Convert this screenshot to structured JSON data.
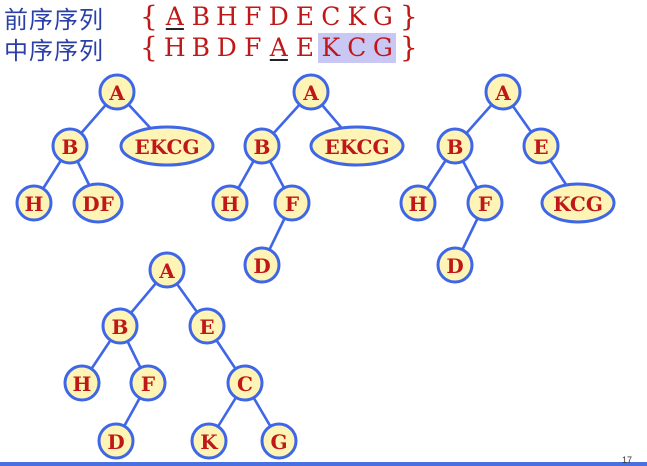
{
  "preorder": {
    "label": "前序序列",
    "open": "{",
    "close": "}",
    "letters": [
      {
        "t": "A",
        "style": "ul"
      },
      {
        "t": "B",
        "style": ""
      },
      {
        "t": "H",
        "style": ""
      },
      {
        "t": "F",
        "style": ""
      },
      {
        "t": "D",
        "style": ""
      },
      {
        "t": "E",
        "style": ""
      },
      {
        "t": "C",
        "style": ""
      },
      {
        "t": "K",
        "style": ""
      },
      {
        "t": "G",
        "style": ""
      }
    ]
  },
  "inorder": {
    "label": "中序序列",
    "open": "{",
    "close": "}",
    "letters": [
      {
        "t": "H",
        "style": ""
      },
      {
        "t": "B",
        "style": ""
      },
      {
        "t": "D",
        "style": ""
      },
      {
        "t": "F",
        "style": ""
      },
      {
        "t": "A",
        "style": "ul"
      },
      {
        "t": "E",
        "style": ""
      },
      {
        "t": "K",
        "style": "hl"
      },
      {
        "t": "C",
        "style": "hl"
      },
      {
        "t": "G",
        "style": "hl"
      }
    ]
  },
  "trees": [
    {
      "nodes": [
        {
          "id": "A",
          "label": "A"
        },
        {
          "id": "B",
          "label": "B"
        },
        {
          "id": "EKCG",
          "label": "EKCG"
        },
        {
          "id": "H",
          "label": "H"
        },
        {
          "id": "DF",
          "label": "DF"
        }
      ],
      "edges": [
        [
          "A",
          "B"
        ],
        [
          "A",
          "EKCG"
        ],
        [
          "B",
          "H"
        ],
        [
          "B",
          "DF"
        ]
      ]
    },
    {
      "nodes": [
        {
          "id": "A",
          "label": "A"
        },
        {
          "id": "B",
          "label": "B"
        },
        {
          "id": "EKCG",
          "label": "EKCG"
        },
        {
          "id": "H",
          "label": "H"
        },
        {
          "id": "F",
          "label": "F"
        },
        {
          "id": "D",
          "label": "D"
        }
      ],
      "edges": [
        [
          "A",
          "B"
        ],
        [
          "A",
          "EKCG"
        ],
        [
          "B",
          "H"
        ],
        [
          "B",
          "F"
        ],
        [
          "F",
          "D"
        ]
      ]
    },
    {
      "nodes": [
        {
          "id": "A",
          "label": "A"
        },
        {
          "id": "B",
          "label": "B"
        },
        {
          "id": "E",
          "label": "E"
        },
        {
          "id": "H",
          "label": "H"
        },
        {
          "id": "F",
          "label": "F"
        },
        {
          "id": "D",
          "label": "D"
        },
        {
          "id": "KCG",
          "label": "KCG"
        }
      ],
      "edges": [
        [
          "A",
          "B"
        ],
        [
          "A",
          "E"
        ],
        [
          "B",
          "H"
        ],
        [
          "B",
          "F"
        ],
        [
          "F",
          "D"
        ],
        [
          "E",
          "KCG"
        ]
      ]
    },
    {
      "nodes": [
        {
          "id": "A",
          "label": "A"
        },
        {
          "id": "B",
          "label": "B"
        },
        {
          "id": "E",
          "label": "E"
        },
        {
          "id": "H",
          "label": "H"
        },
        {
          "id": "F",
          "label": "F"
        },
        {
          "id": "D",
          "label": "D"
        },
        {
          "id": "C",
          "label": "C"
        },
        {
          "id": "K",
          "label": "K"
        },
        {
          "id": "G",
          "label": "G"
        }
      ],
      "edges": [
        [
          "A",
          "B"
        ],
        [
          "A",
          "E"
        ],
        [
          "B",
          "H"
        ],
        [
          "B",
          "F"
        ],
        [
          "F",
          "D"
        ],
        [
          "E",
          "C"
        ],
        [
          "C",
          "K"
        ],
        [
          "C",
          "G"
        ]
      ]
    }
  ],
  "page_number": "17"
}
